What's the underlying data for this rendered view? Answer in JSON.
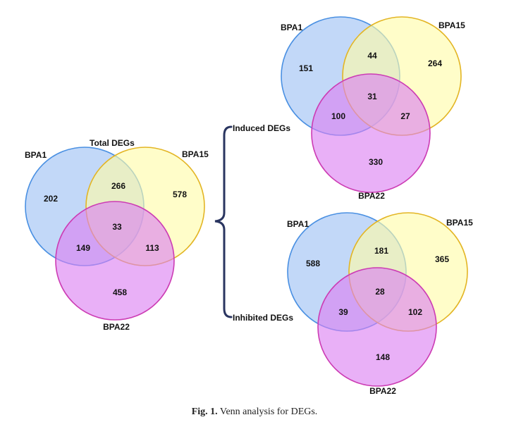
{
  "colors": {
    "bpa1_fill": "#9cc0f4",
    "bpa1_stroke": "#4a90e2",
    "bpa15_fill": "#fffba8",
    "bpa15_stroke": "#e3b524",
    "bpa22_fill": "#dc80f2",
    "bpa22_stroke": "#cc3cb4",
    "brace": "#2a3560"
  },
  "total": {
    "title": "Total DEGs",
    "labels": {
      "a": "BPA1",
      "b": "BPA15",
      "c": "BPA22"
    },
    "regions": {
      "a_only": "202",
      "b_only": "578",
      "c_only": "458",
      "ab": "266",
      "ac": "149",
      "bc": "113",
      "abc": "33"
    }
  },
  "induced": {
    "title": "Induced DEGs",
    "labels": {
      "a": "BPA1",
      "b": "BPA15",
      "c": "BPA22"
    },
    "regions": {
      "a_only": "151",
      "b_only": "264",
      "c_only": "330",
      "ab": "44",
      "ac": "100",
      "bc": "27",
      "abc": "31"
    }
  },
  "inhibited": {
    "title": "Inhibited DEGs",
    "labels": {
      "a": "BPA1",
      "b": "BPA15",
      "c": "BPA22"
    },
    "regions": {
      "a_only": "588",
      "b_only": "365",
      "c_only": "148",
      "ab": "181",
      "ac": "39",
      "bc": "102",
      "abc": "28"
    }
  },
  "caption": {
    "label": "Fig. 1.",
    "text": "Venn analysis for DEGs."
  }
}
